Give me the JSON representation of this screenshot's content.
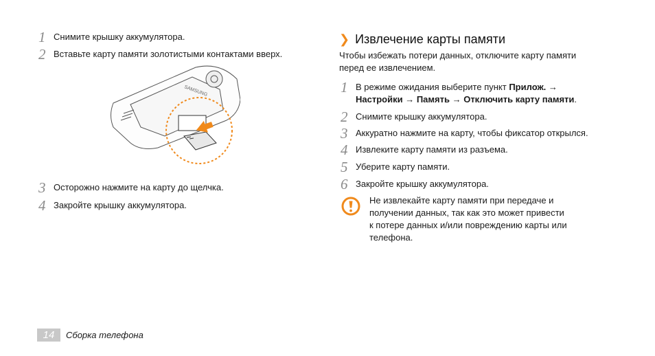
{
  "left": {
    "steps": [
      {
        "num": "1",
        "text": "Снимите крышку аккумулятора."
      },
      {
        "num": "2",
        "text": "Вставьте карту памяти золотистыми контактами вверх."
      },
      {
        "num": "3",
        "text": "Осторожно нажмите на карту до щелчка."
      },
      {
        "num": "4",
        "text": "Закройте крышку аккумулятора."
      }
    ],
    "illustration": {
      "brand": "SAMSUNG",
      "accent": "#f08a1c"
    }
  },
  "right": {
    "heading": {
      "chevron": "❯",
      "text": "Извлечение карты памяти"
    },
    "intro": [
      "Чтобы избежать потери данных, отключите карту памяти",
      "перед ее извлечением."
    ],
    "steps": [
      {
        "num": "1",
        "line1_text": "В режиме ожидания выберите пункт ",
        "line1_bold": "Прилож.",
        "line1_arrow": " →",
        "line2_bold1": "Настройки",
        "line2_arrow1": " → ",
        "line2_bold2": "Память",
        "line2_arrow2": " → ",
        "line2_bold3": "Отключить карту памяти",
        "line2_end": "."
      },
      {
        "num": "2",
        "text": "Снимите крышку аккумулятора."
      },
      {
        "num": "3",
        "text": "Аккуратно нажмите на карту, чтобы фиксатор открылся."
      },
      {
        "num": "4",
        "text": "Извлеките карту памяти из разъема."
      },
      {
        "num": "5",
        "text": "Уберите карту памяти."
      },
      {
        "num": "6",
        "text": "Закройте крышку аккумулятора."
      }
    ],
    "warning": {
      "icon": "warning-icon",
      "color": "#f08a1c",
      "lines": [
        "Не извлекайте карту памяти при передаче и",
        "получении данных, так как это может привести",
        "к потере данных и/или повреждению карты или",
        "телефона."
      ]
    }
  },
  "footer": {
    "page_number": "14",
    "section": "Сборка телефона"
  }
}
